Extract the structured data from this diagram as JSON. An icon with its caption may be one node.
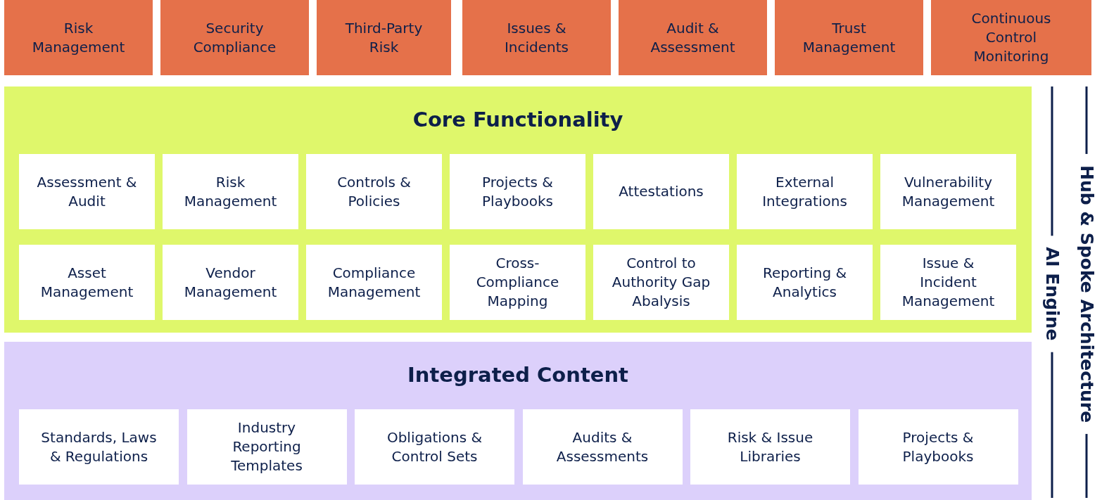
{
  "diagram": {
    "nodes": [
      {
        "text": [
          "Risk Management"
        ]
      },
      {
        "text": [
          "Security Compliance"
        ]
      },
      {
        "text": [
          "Third-Party Risk"
        ]
      },
      {
        "text": [
          "Issues & Incidents"
        ]
      },
      {
        "text": [
          "Audit & Assessment"
        ]
      },
      {
        "text": [
          "Trust Management"
        ]
      },
      {
        "text": [
          "Continuous Control Monitoring"
        ]
      },
      {
        "text": [
          "Core Functionality"
        ]
      },
      {
        "text": [
          "Assessment & Audit"
        ],
        "in": 7
      },
      {
        "text": [
          "Risk Management"
        ],
        "in": 7
      },
      {
        "text": [
          "Controls & Policies"
        ],
        "in": 7
      },
      {
        "text": [
          "Projects & Playbooks"
        ],
        "in": 7
      },
      {
        "text": [
          "Attestations"
        ],
        "in": 7
      },
      {
        "text": [
          "External Integrations"
        ],
        "in": 7
      },
      {
        "text": [
          "Vulnerability Management"
        ],
        "in": 7
      },
      {
        "text": [
          "Asset Management"
        ],
        "in": 7
      },
      {
        "text": [
          "Vendor Management"
        ],
        "in": 7
      },
      {
        "text": [
          "Compliance Management"
        ],
        "in": 7
      },
      {
        "text": [
          "Cross-Compliance Mapping"
        ],
        "in": 7
      },
      {
        "text": [
          "Control to Authority Gap Abalysis"
        ],
        "in": 7
      },
      {
        "text": [
          "Reporting & Analytics"
        ],
        "in": 7
      },
      {
        "text": [
          "Issue & Incident Management"
        ],
        "in": 7
      },
      {
        "text": [
          "Integrated Content"
        ]
      },
      {
        "text": [
          "Standards, Laws & Regulations"
        ],
        "in": 22
      },
      {
        "text": [
          "Industry Reporting Templates"
        ],
        "in": 22
      },
      {
        "text": [
          "Obligations & Control Sets"
        ],
        "in": 22
      },
      {
        "text": [
          "Audits & Assessments"
        ],
        "in": 22
      },
      {
        "text": [
          "Risk & Issue Libraries"
        ],
        "in": 22
      },
      {
        "text": [
          "Projects & Playbooks"
        ],
        "in": 22
      }
    ],
    "edges": [],
    "labels": [
      "AI Engine",
      "Hub & Spoke Architecture"
    ]
  }
}
